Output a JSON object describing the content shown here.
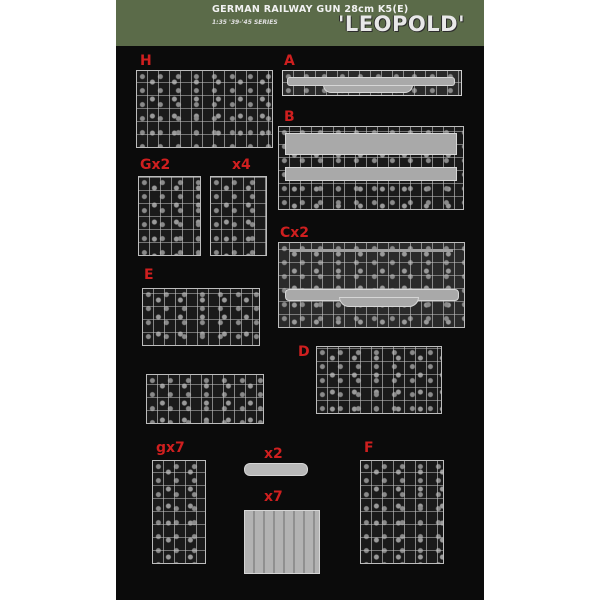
{
  "banner": {
    "title": "GERMAN RAILWAY GUN 28cm K5(E)",
    "subtitle": "1:35 '39-'45 SERIES",
    "name": "'LEOPOLD'"
  },
  "labels": {
    "H": "H",
    "A": "A",
    "B": "B",
    "G": "Gx2",
    "x4": "x4",
    "C": "Cx2",
    "E": "E",
    "D": "D",
    "g": "gx7",
    "x2": "x2",
    "x7": "x7",
    "F": "F"
  },
  "colors": {
    "background": "#0b0b0b",
    "banner": "#5b6b49",
    "label": "#cf1f1f",
    "plastic": "#a9a9a9"
  }
}
